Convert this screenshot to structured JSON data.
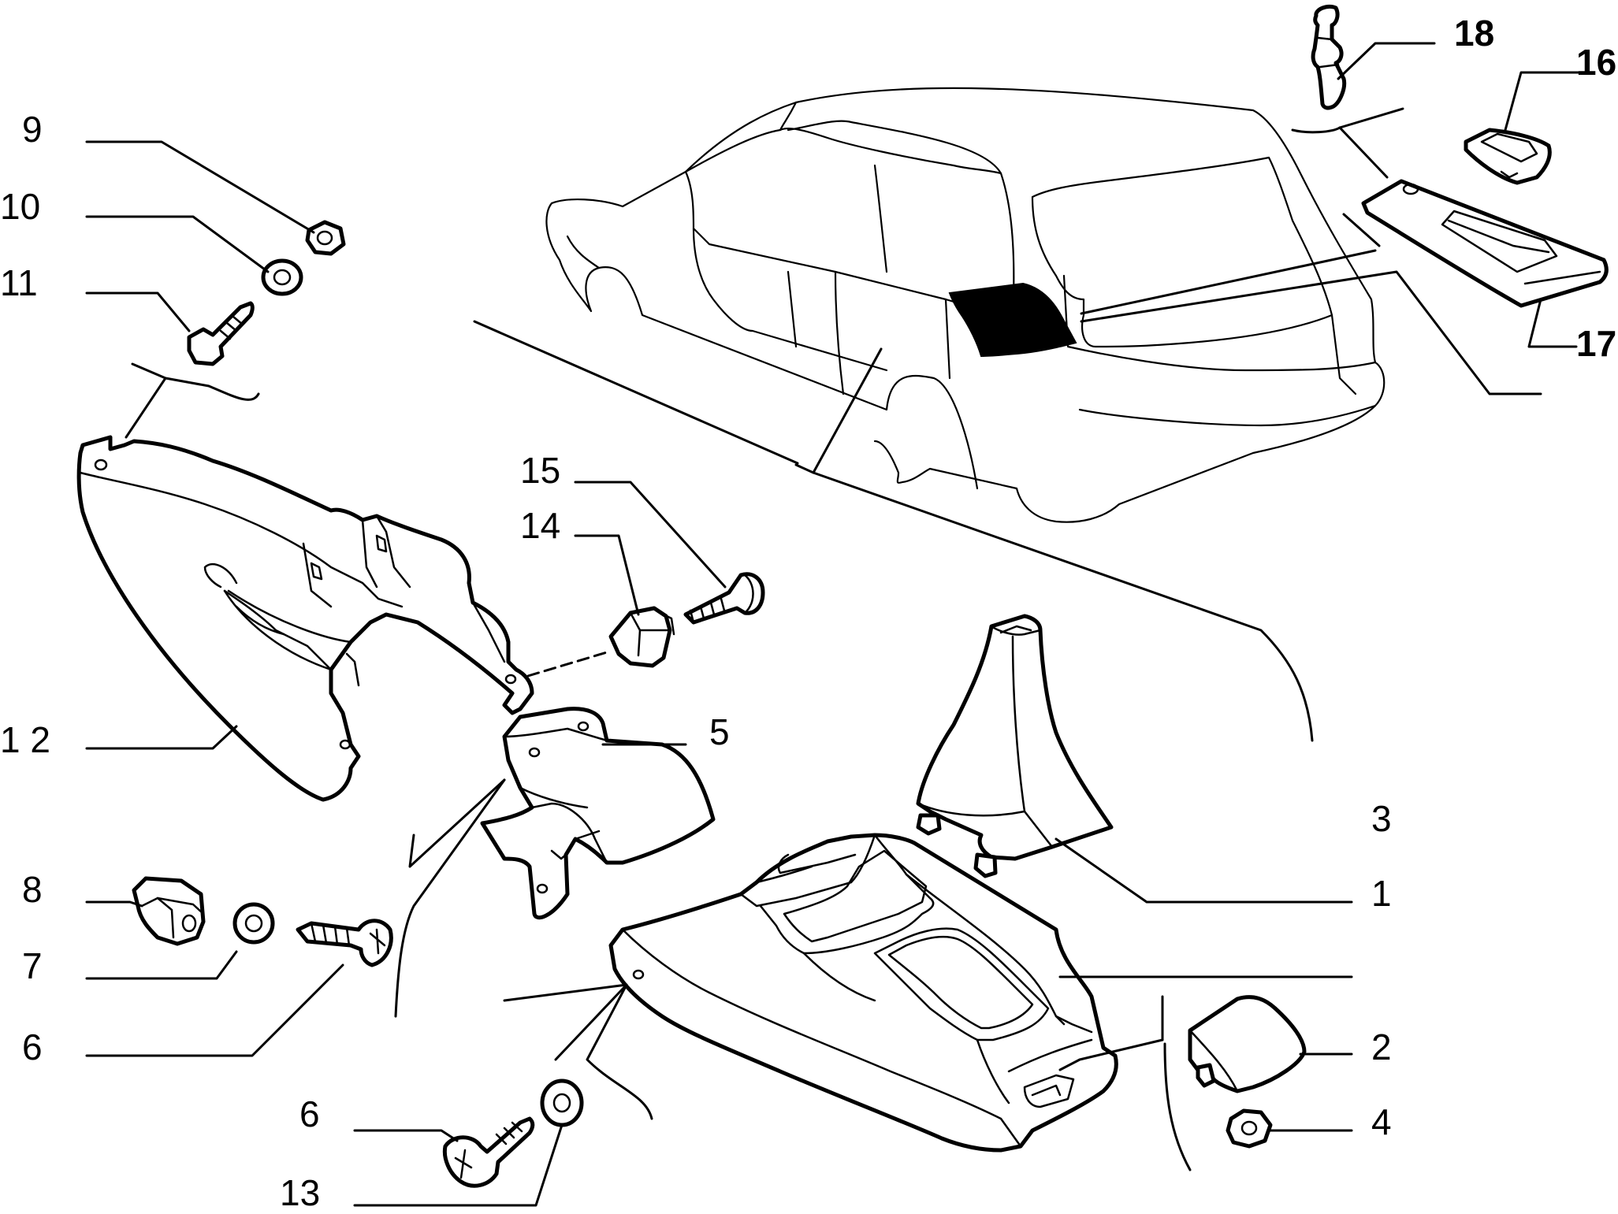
{
  "labels": {
    "l1": "1",
    "l2": "2",
    "l3": "3",
    "l4": "4",
    "l5": "5",
    "l6a": "6",
    "l6b": "6",
    "l7": "7",
    "l8": "8",
    "l9": "9",
    "l10": "10",
    "l11": "11",
    "l12": "1 2",
    "l13": "13",
    "l14": "14",
    "l15": "15",
    "l16": "16",
    "l17": "17",
    "l18": "18"
  },
  "colors": {
    "ink": "#000000",
    "paper": "#ffffff"
  }
}
